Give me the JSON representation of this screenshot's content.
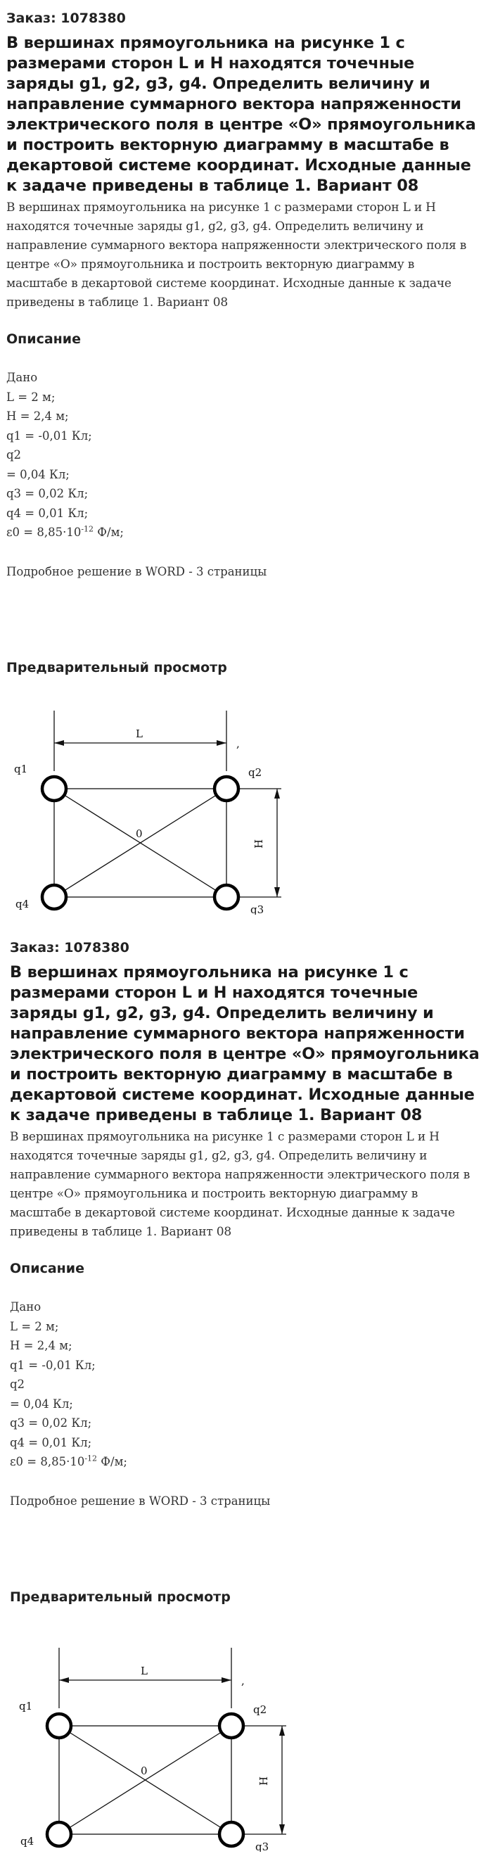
{
  "order_label": "Заказ: 1078380",
  "title": "В вершинах прямоугольника на рисунке 1 с размерами сторон L и H находятся точечные заряды g1, g2, g3, g4. Определить величину и направление суммарного вектора напряженности электрического поля в центре «О» прямоугольника и построить векторную диаграмму в масштабе в декартовой системе координат. Исходные данные к задаче приведены в таблице 1. Вариант 08",
  "description_text": "В вершинах прямоугольника на рисунке 1 с размерами сторон L и H находятся точечные заряды g1, g2, g3, g4. Определить величину и направление суммарного вектора напряженности электрического поля в центре «О» прямоугольника и построить векторную диаграмму в масштабе в декартовой системе координат. Исходные данные к задаче приведены в таблице 1. Вариант 08",
  "description_heading": "Описание",
  "given": {
    "heading": "Дано",
    "L": "L = 2 м;",
    "H": "H = 2,4 м;",
    "q1": "q1 = -0,01 Кл;",
    "q2_label": "q2",
    "q2_value": "= 0,04 Кл;",
    "q3": "q3 = 0,02 Кл;",
    "q4": "q4 = 0,01 Кл;",
    "eps_base": "ε0 = 8,85·10",
    "eps_exp": "-12",
    "eps_unit": " Ф/м;"
  },
  "solution_note": "Подробное решение в WORD - 3 страницы",
  "preview_heading": "Предварительный просмотр",
  "figure": {
    "label_L": "L",
    "label_H": "H",
    "label_O": "0",
    "label_q1": "q1",
    "label_q2": "q2",
    "label_q3": "q3",
    "label_q4": "q4",
    "label_mark": ","
  }
}
